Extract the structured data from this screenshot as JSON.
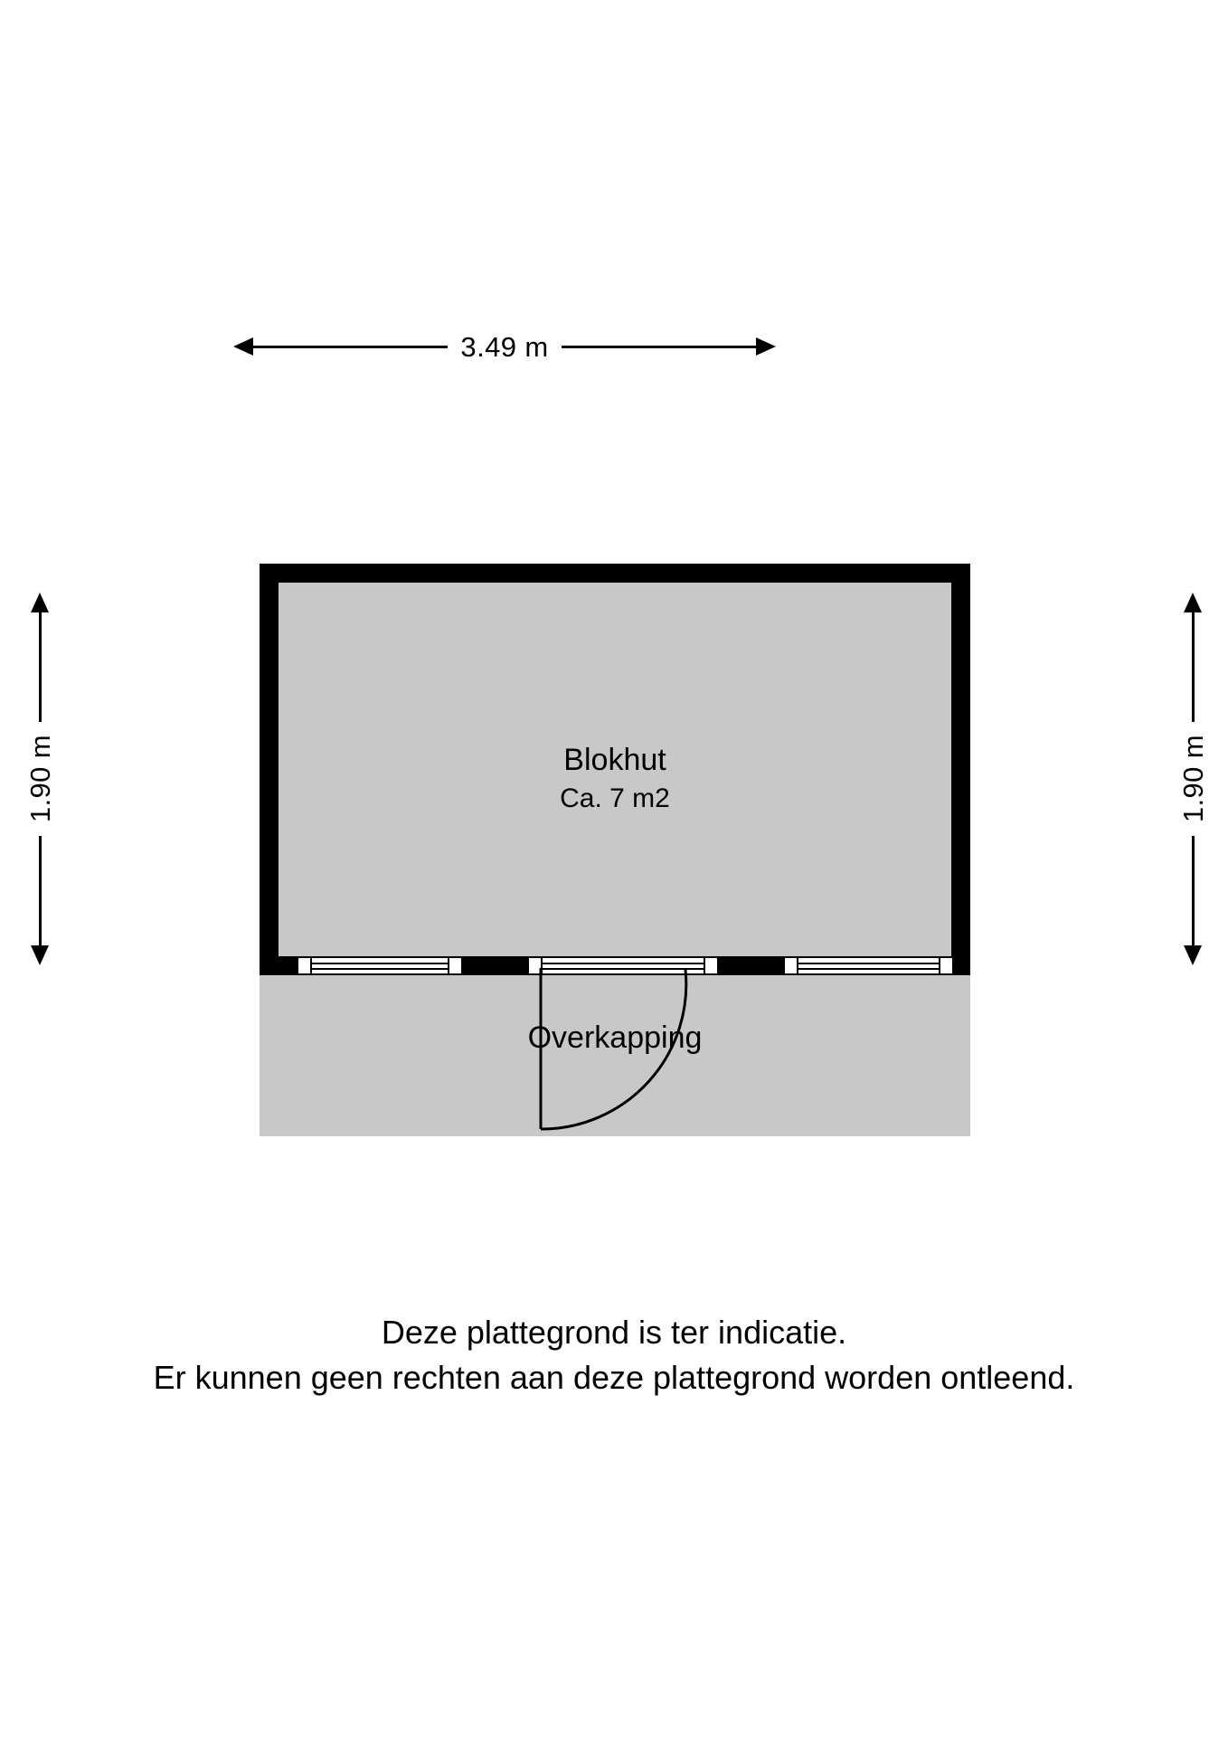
{
  "document": {
    "type": "floor-plan",
    "language": "nl"
  },
  "dimensions": {
    "top": {
      "label": "3.49 m",
      "value": 3.49,
      "unit": "m",
      "orientation": "horizontal"
    },
    "left": {
      "label": "1.90 m",
      "value": 1.9,
      "unit": "m",
      "orientation": "vertical"
    },
    "right": {
      "label": "1.90 m",
      "value": 1.9,
      "unit": "m",
      "orientation": "vertical"
    }
  },
  "rooms": {
    "hut": {
      "name": "Blokhut",
      "area_label": "Ca. 7 m2",
      "area_value": 7,
      "area_unit": "m2"
    },
    "canopy": {
      "name": "Overkapping"
    }
  },
  "openings": [
    {
      "name": "window-left",
      "type": "window"
    },
    {
      "name": "door-center",
      "type": "door-with-glazing",
      "swing": "left-hinge-outward"
    },
    {
      "name": "window-right",
      "type": "window"
    }
  ],
  "colors": {
    "background": "#ffffff",
    "wall": "#000000",
    "floor_fill": "#c8c8c8",
    "canopy_fill": "#c8c8c8",
    "text": "#000000",
    "glazing": "#ffffff"
  },
  "disclaimer": {
    "line1": "Deze plattegrond is ter indicatie.",
    "line2": "Er kunnen geen rechten aan deze plattegrond worden ontleend."
  }
}
